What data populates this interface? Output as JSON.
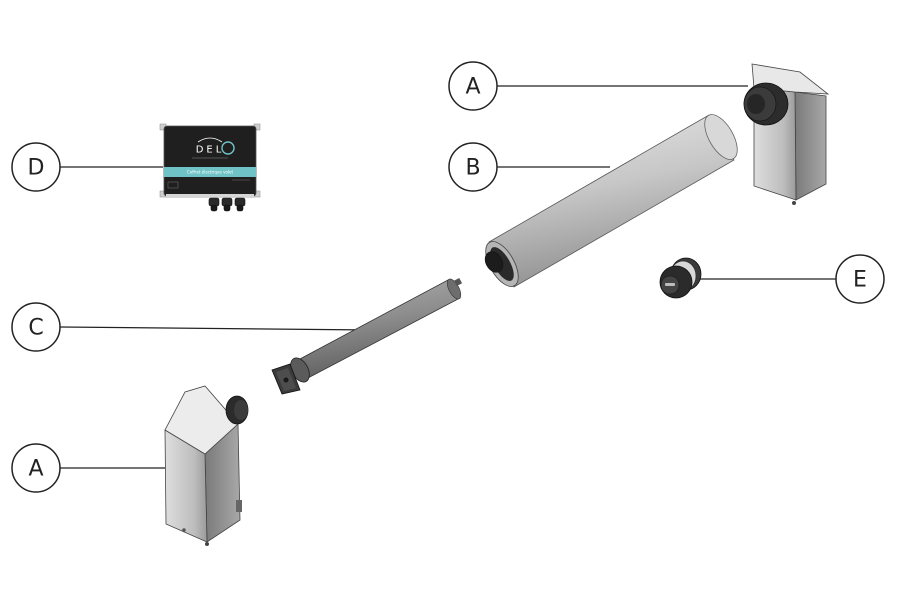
{
  "callouts": [
    {
      "id": "A-top",
      "label": "A"
    },
    {
      "id": "B",
      "label": "B"
    },
    {
      "id": "D",
      "label": "D"
    },
    {
      "id": "C",
      "label": "C"
    },
    {
      "id": "E",
      "label": "E"
    },
    {
      "id": "A-bottom",
      "label": "A"
    }
  ],
  "control_box": {
    "brand": "DEL",
    "strip_text": "Coffret électrique volet"
  },
  "colors": {
    "line": "#222222",
    "housing": "#c9c9c9",
    "tube": "#cdcdcd",
    "box_dark": "#1f1f1f",
    "accent": "#6fc3c6"
  }
}
